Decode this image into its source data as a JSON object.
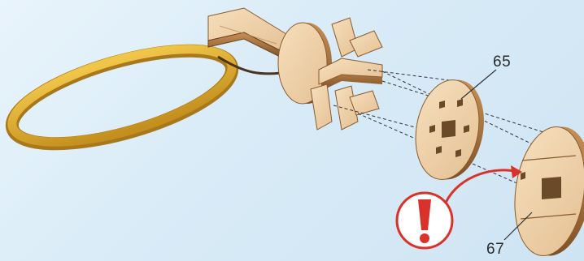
{
  "figure": {
    "part_labels": [
      {
        "id": "65",
        "text": "65"
      },
      {
        "id": "67",
        "text": "67"
      }
    ],
    "warning_symbol": "exclamation-icon",
    "colors": {
      "background": "#d8ebf7",
      "wood_light": "#f1d6b1",
      "wood_mid": "#dfb88a",
      "wood_dark": "#8a5a2e",
      "band": "#e0b030",
      "band_dark": "#a9781a",
      "warning_red": "#d8322b",
      "label_text": "#2a2a2a"
    }
  }
}
